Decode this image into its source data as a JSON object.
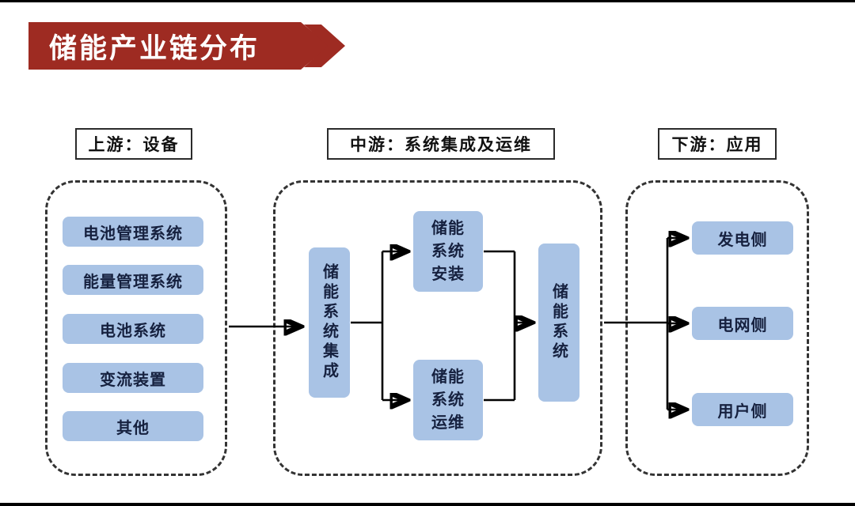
{
  "title": {
    "text": "储能产业链分布"
  },
  "colors": {
    "banner": "#9e2b22",
    "node_fill": "#a9c3e5",
    "node_text": "#16213f",
    "dashed_border": "#333333"
  },
  "sections": {
    "upstream": {
      "label": "上游：设备",
      "items": [
        "电池管理系统",
        "能量管理系统",
        "电池系统",
        "变流装置",
        "其他"
      ]
    },
    "midstream": {
      "label": "中游：系统集成及运维",
      "nodes": {
        "integration": "储能系统集成",
        "install": "储能系统安装",
        "operation": "储能系统运维",
        "system": "储能系统"
      }
    },
    "downstream": {
      "label": "下游：应用",
      "items": [
        "发电侧",
        "电网侧",
        "用户侧"
      ]
    }
  }
}
